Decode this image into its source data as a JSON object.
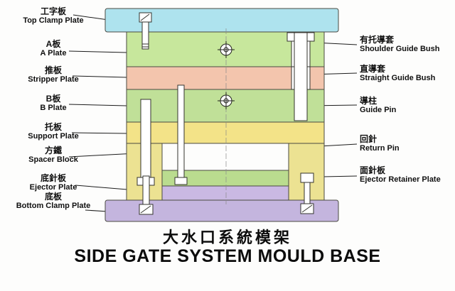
{
  "diagram": {
    "left_labels": [
      {
        "zh": "工字板",
        "en": "Top Clamp Plate"
      },
      {
        "zh": "A板",
        "en": "A Plate"
      },
      {
        "zh": "推板",
        "en": "Stripper Plate"
      },
      {
        "zh": "B板",
        "en": "B Plate"
      },
      {
        "zh": "托板",
        "en": "Support Plate"
      },
      {
        "zh": "方鐵",
        "en": "Spacer Block"
      },
      {
        "zh": "底針板",
        "en": "Ejector Plate"
      },
      {
        "zh": "底板",
        "en": "Bottom Clamp Plate"
      }
    ],
    "right_labels": [
      {
        "zh": "有托導套",
        "en": "Shoulder Guide Bush"
      },
      {
        "zh": "直導套",
        "en": "Straight Guide Bush"
      },
      {
        "zh": "導柱",
        "en": "Guide Pin"
      },
      {
        "zh": "回針",
        "en": "Return Pin"
      },
      {
        "zh": "面針板",
        "en": "Ejector Retainer Plate"
      }
    ],
    "title_zh": "大水口系統模架",
    "title_en": "SIDE GATE SYSTEM MOULD BASE",
    "colors": {
      "top_clamp_plate": "#aee3ee",
      "a_plate": "#c7e79c",
      "stripper_plate": "#f3c5ad",
      "b_plate": "#c0e098",
      "support_plate": "#f3e388",
      "spacer_block": "#ece292",
      "ejector_retainer_plate": "#badc8f",
      "ejector_plate": "#cab9e3",
      "bottom_clamp_plate": "#c4b5de",
      "component_fill": "#ffffff",
      "line": "#2a2a2a"
    }
  }
}
